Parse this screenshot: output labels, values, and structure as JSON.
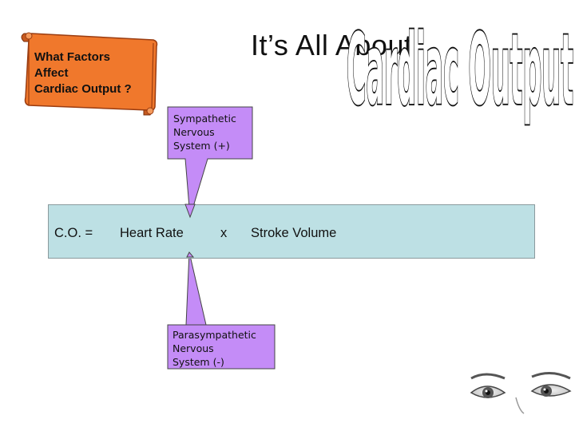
{
  "slide": {
    "title_main": "It’s All About",
    "title_wordart": "Cardiac Output",
    "scroll_lines": [
      "What Factors",
      "Affect",
      "Cardiac Output ?"
    ],
    "sympathetic_lines": [
      "Sympathetic",
      "Nervous",
      "System  (+)"
    ],
    "parasympathetic_lines": [
      "Parasympathetic",
      "Nervous",
      "System   (-)"
    ],
    "equation": {
      "lhs": "C.O.  =",
      "term1": "Heart Rate",
      "operator": "x",
      "term2": "Stroke Volume"
    }
  },
  "colors": {
    "scroll_fill": "#f0782c",
    "scroll_edge": "#9a3c10",
    "callout_fill": "#c48cf7",
    "equation_fill": "#bde0e4",
    "wordart_fill": "#ffffff",
    "wordart_stroke": "#111111"
  },
  "icons": [
    "scroll-banner",
    "eyes-image"
  ]
}
